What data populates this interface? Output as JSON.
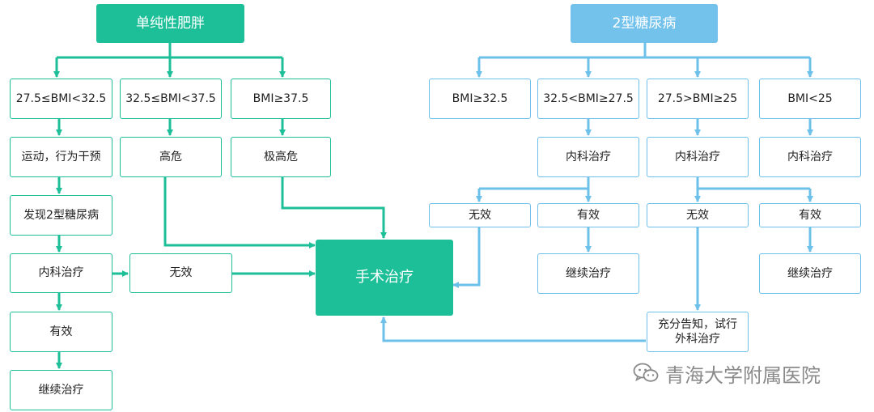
{
  "colors": {
    "green": "#1cbf98",
    "blue": "#6cc0ea"
  },
  "left": {
    "title": "单纯性肥胖",
    "bmi1": "27.5≤BMI<32.5",
    "bmi2": "32.5≤BMI<37.5",
    "bmi3": "BMI≥37.5",
    "exercise": "运动，行为干预",
    "high_risk": "高危",
    "very_high_risk": "极高危",
    "found_diabetes": "发现2型糖尿病",
    "medical": "内科治疗",
    "invalid": "无效",
    "effective": "有效",
    "continue": "继续治疗"
  },
  "center": {
    "surgery": "手术治疗"
  },
  "right": {
    "title": "2型糖尿病",
    "bmi1": "BMI≥32.5",
    "bmi2": "32.5<BMI≥27.5",
    "bmi3": "27.5>BMI≥25",
    "bmi4": "BMI<25",
    "medical_a": "内科治疗",
    "medical_b": "内科治疗",
    "medical_c": "内科治疗",
    "invalid_a": "无效",
    "effective_a": "有效",
    "invalid_b": "无效",
    "effective_b": "有效",
    "continue_a": "继续治疗",
    "continue_c": "继续治疗",
    "informed": "充分告知，试行外科治疗"
  },
  "watermark": {
    "text": "青海大学附属医院",
    "icon": "wechat-icon"
  }
}
